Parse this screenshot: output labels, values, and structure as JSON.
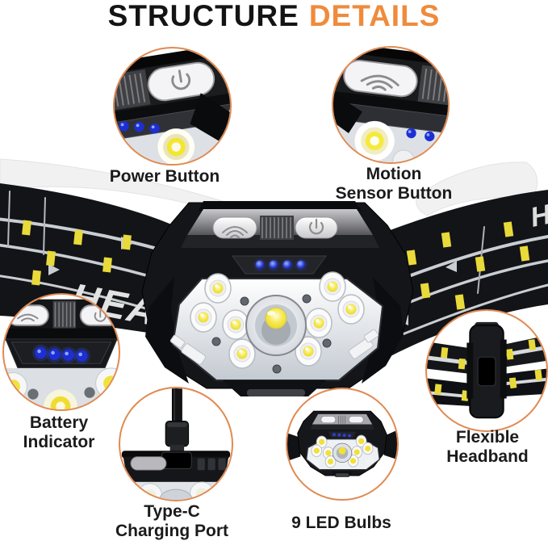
{
  "title": {
    "word_black": "STRUCTURE",
    "word_orange": "DETAILS"
  },
  "colors": {
    "accent_orange": "#EF8B3C",
    "callout_ring": "#E08A52",
    "label_text": "#1B1B1D",
    "led_blue": "#2E41D8",
    "led_yellow": "#F0DE2F",
    "band_yellow": "#E8DA3A",
    "stripe_gray": "#C9CED3",
    "background": "#FFFFFF"
  },
  "product": {
    "name": "LED headlamp",
    "headband_text_left": "HEADL",
    "headband_text_right": "H",
    "led_bulb_count": 9,
    "battery_indicator_dots": 4
  },
  "callouts": [
    {
      "id": "power-button",
      "label_lines": [
        "Power Button"
      ]
    },
    {
      "id": "motion-sensor-button",
      "label_lines": [
        "Motion",
        "Sensor Button"
      ]
    },
    {
      "id": "battery-indicator",
      "label_lines": [
        "Battery",
        "Indicator"
      ]
    },
    {
      "id": "type-c-charging-port",
      "label_lines": [
        "Type-C",
        "Charging Port"
      ]
    },
    {
      "id": "9-led-bulbs",
      "label_lines": [
        "9 LED Bulbs"
      ]
    },
    {
      "id": "flexible-headband",
      "label_lines": [
        "Flexible",
        "Headband"
      ]
    }
  ]
}
